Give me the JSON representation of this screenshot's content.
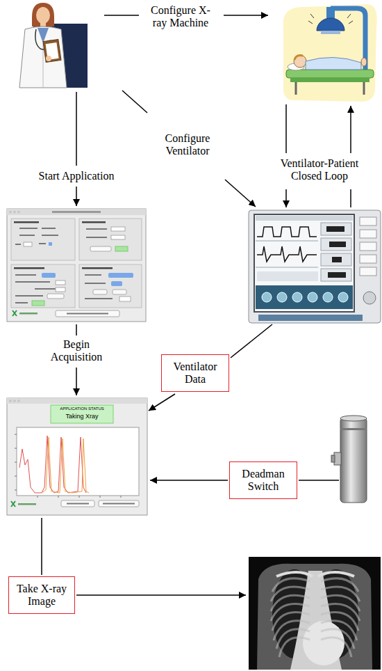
{
  "diagram": {
    "nodes": [
      {
        "text": [
          "Ventilator Data"
        ]
      },
      {
        "text": [
          "Deadman Switch"
        ]
      },
      {
        "text": [
          "Take X-ray Image"
        ]
      }
    ],
    "labels": [
      "Configure X-ray Machine",
      "Configure Ventilator",
      "Start Application",
      "Ventilator-Patient Closed Loop",
      "Begin Acquisition",
      "APPLICATION STATUS",
      "Taking Xray"
    ]
  }
}
